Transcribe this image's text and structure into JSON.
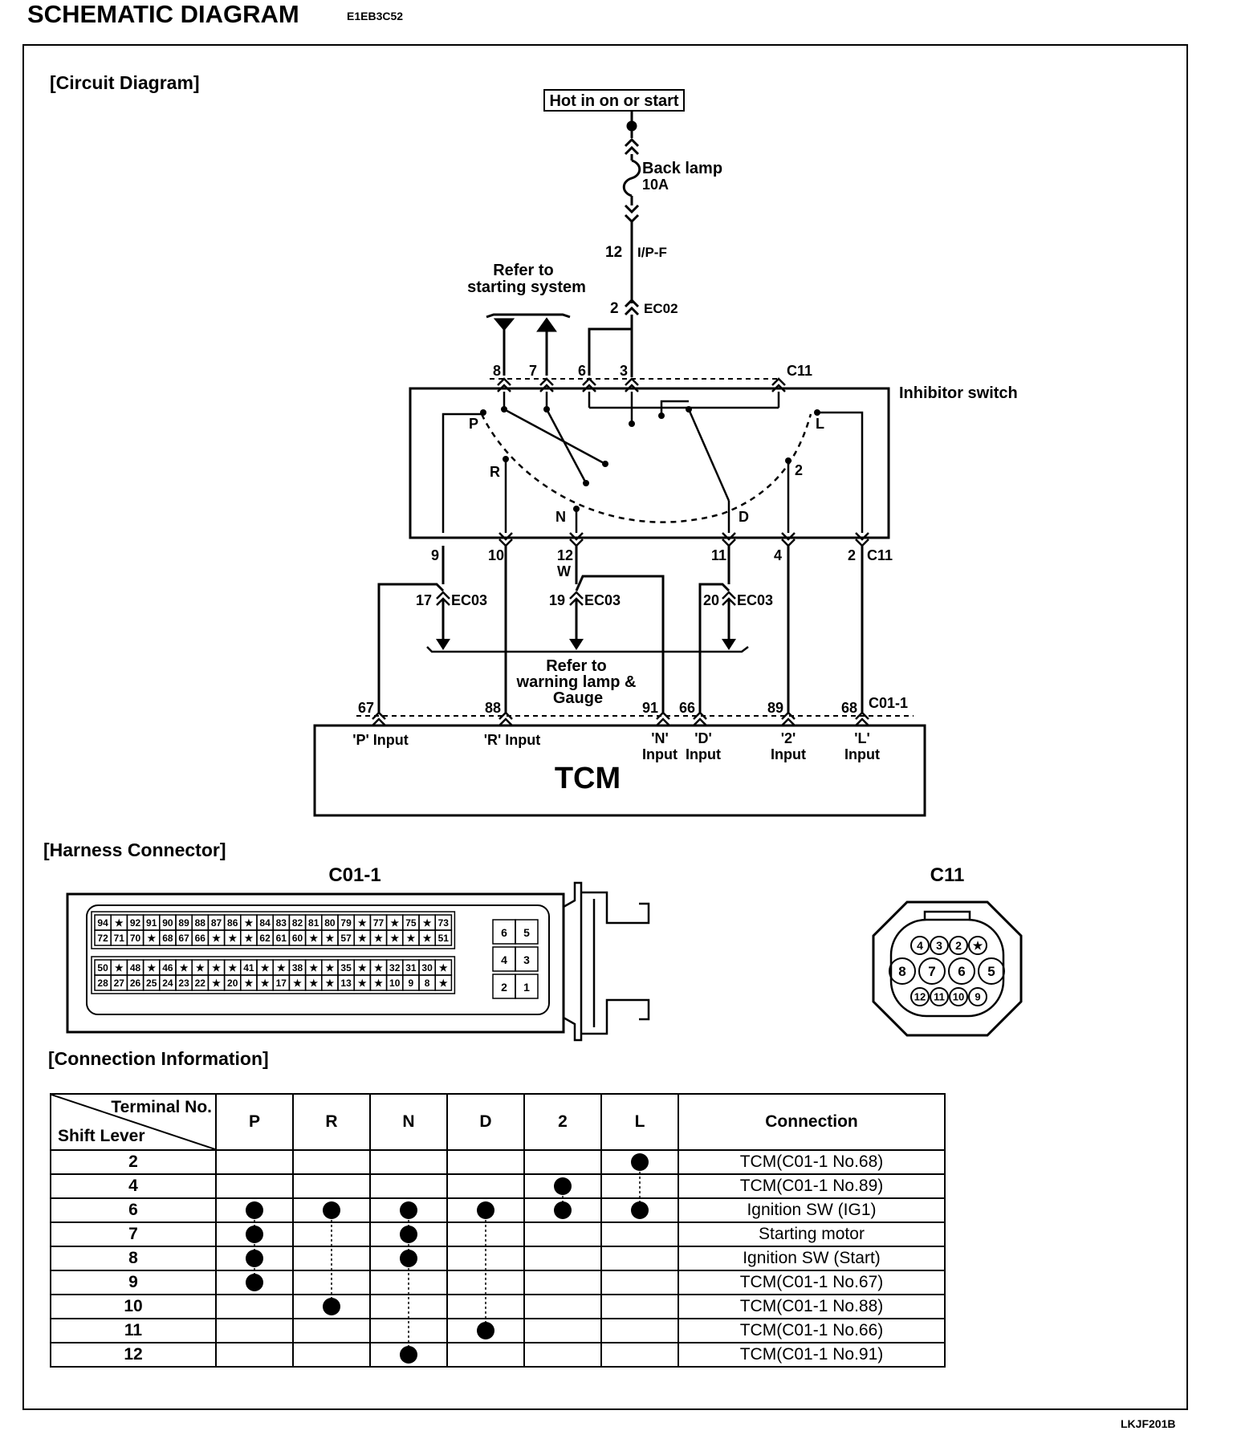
{
  "header": {
    "title": "SCHEMATIC DIAGRAM",
    "code": "E1EB3C52"
  },
  "footer": {
    "code": "LKJF201B"
  },
  "sections": {
    "circuit": "[Circuit Diagram]",
    "harness": "[Harness Connector]",
    "connection": "[Connection Information]"
  },
  "circuit": {
    "power": "Hot in on or start",
    "fuse_name": "Back lamp",
    "fuse_rating": "10A",
    "ipf_pin": "12",
    "ipf": "I/P-F",
    "ec02_pin": "2",
    "ec02": "EC02",
    "refer_start_1": "Refer to",
    "refer_start_2": "starting system",
    "c11": "C11",
    "inhibitor": "Inhibitor switch",
    "top_pins": [
      "8",
      "7",
      "6",
      "3"
    ],
    "positions": [
      "P",
      "R",
      "N",
      "D",
      "2",
      "L"
    ],
    "bottom_pins": [
      "9",
      "10",
      "12",
      "11",
      "4",
      "2"
    ],
    "wire_w": "W",
    "ec03_a_pin": "17",
    "ec03_b_pin": "19",
    "ec03_c_pin": "20",
    "ec03": "EC03",
    "refer_warn_1": "Refer to",
    "refer_warn_2": "warning lamp &",
    "refer_warn_3": "Gauge",
    "c01": "C01-1",
    "tcm_pins": [
      "67",
      "88",
      "91",
      "66",
      "89",
      "68"
    ],
    "tcm_inputs": [
      "'P' Input",
      "'R' Input",
      "'N'",
      "Input",
      "'D'",
      "Input",
      "'2'",
      "Input",
      "'L'",
      "Input"
    ],
    "tcm": "TCM"
  },
  "harness": {
    "c01_title": "C01-1",
    "c11_title": "C11",
    "c01_rows": [
      [
        "94",
        "★",
        "92",
        "91",
        "90",
        "89",
        "88",
        "87",
        "86",
        "★",
        "84",
        "83",
        "82",
        "81",
        "80",
        "79",
        "★",
        "77",
        "★",
        "75",
        "★",
        "73"
      ],
      [
        "72",
        "71",
        "70",
        "★",
        "68",
        "67",
        "66",
        "★",
        "★",
        "★",
        "62",
        "61",
        "60",
        "★",
        "★",
        "57",
        "★",
        "★",
        "★",
        "★",
        "★",
        "51"
      ],
      [
        "50",
        "★",
        "48",
        "★",
        "46",
        "★",
        "★",
        "★",
        "★",
        "41",
        "★",
        "★",
        "38",
        "★",
        "★",
        "35",
        "★",
        "★",
        "32",
        "31",
        "30",
        "★"
      ],
      [
        "28",
        "27",
        "26",
        "25",
        "24",
        "23",
        "22",
        "★",
        "20",
        "★",
        "★",
        "17",
        "★",
        "★",
        "★",
        "13",
        "★",
        "★",
        "10",
        "9",
        "8",
        "★"
      ]
    ],
    "c01_small": [
      [
        "6",
        "5"
      ],
      [
        "4",
        "3"
      ],
      [
        "2",
        "1"
      ]
    ],
    "c11_top": [
      "4",
      "3",
      "2",
      "★"
    ],
    "c11_mid": [
      "8",
      "7",
      "6",
      "5"
    ],
    "c11_bot": [
      "12",
      "11",
      "10",
      "9"
    ]
  },
  "connection_table": {
    "corner_top": "Terminal No.",
    "corner_bottom": "Shift Lever",
    "columns": [
      "P",
      "R",
      "N",
      "D",
      "2",
      "L"
    ],
    "connection_header": "Connection",
    "rows": [
      {
        "terminal": "2",
        "connection": "TCM(C01-1 No.68)",
        "dots": [
          "L"
        ]
      },
      {
        "terminal": "4",
        "connection": "TCM(C01-1 No.89)",
        "dots": [
          "2"
        ]
      },
      {
        "terminal": "6",
        "connection": "Ignition SW (IG1)",
        "dots": [
          "P",
          "R",
          "N",
          "D",
          "2",
          "L"
        ]
      },
      {
        "terminal": "7",
        "connection": "Starting motor",
        "dots": [
          "P",
          "N"
        ]
      },
      {
        "terminal": "8",
        "connection": "Ignition SW (Start)",
        "dots": [
          "P",
          "N"
        ]
      },
      {
        "terminal": "9",
        "connection": "TCM(C01-1 No.67)",
        "dots": [
          "P"
        ]
      },
      {
        "terminal": "10",
        "connection": "TCM(C01-1 No.88)",
        "dots": [
          "R"
        ]
      },
      {
        "terminal": "11",
        "connection": "TCM(C01-1 No.66)",
        "dots": [
          "D"
        ]
      },
      {
        "terminal": "12",
        "connection": "TCM(C01-1 No.91)",
        "dots": [
          "N"
        ]
      }
    ]
  }
}
